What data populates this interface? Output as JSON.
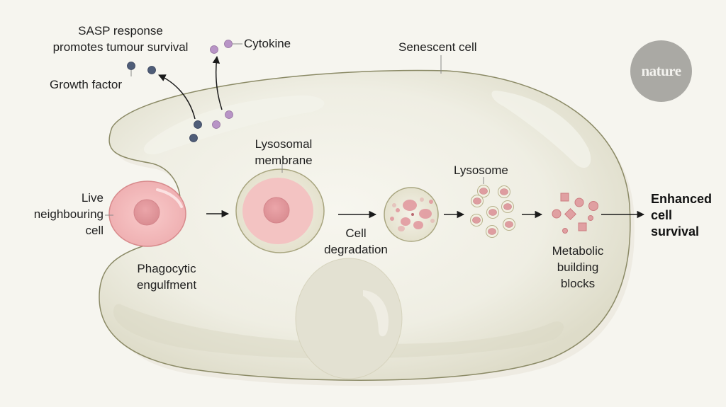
{
  "labels": {
    "sasp": [
      "SASP response",
      "promotes tumour survival"
    ],
    "cytokine": "Cytokine",
    "growth_factor": "Growth factor",
    "senescent_cell": "Senescent cell",
    "live_cell": [
      "Live",
      "neighbouring",
      "cell"
    ],
    "phagocytic": [
      "Phagocytic",
      "engulfment"
    ],
    "lysosomal_membrane": [
      "Lysosomal",
      "membrane"
    ],
    "cell_degradation": [
      "Cell",
      "degradation"
    ],
    "lysosome": "Lysosome",
    "metabolic": [
      "Metabolic",
      "building",
      "blocks"
    ],
    "outcome": [
      "Enhanced",
      "cell",
      "survival"
    ]
  },
  "logo": {
    "text": "nature"
  },
  "colors": {
    "background": "#f6f5ef",
    "cell_fill": "#e4e2d4",
    "cell_outline": "#8b8a66",
    "live_cell": "#f0b8b8",
    "live_cell_outline": "#d88a8c",
    "growth_factor": "#4f5d78",
    "cytokine": "#b894c6",
    "building_block": "#dc9a9a",
    "logo": "#aaa9a4"
  },
  "flow": [
    "Live neighbouring cell",
    "Phagocytic engulfment",
    "Cell degradation",
    "Lysosome",
    "Metabolic building blocks",
    "Enhanced cell survival"
  ]
}
